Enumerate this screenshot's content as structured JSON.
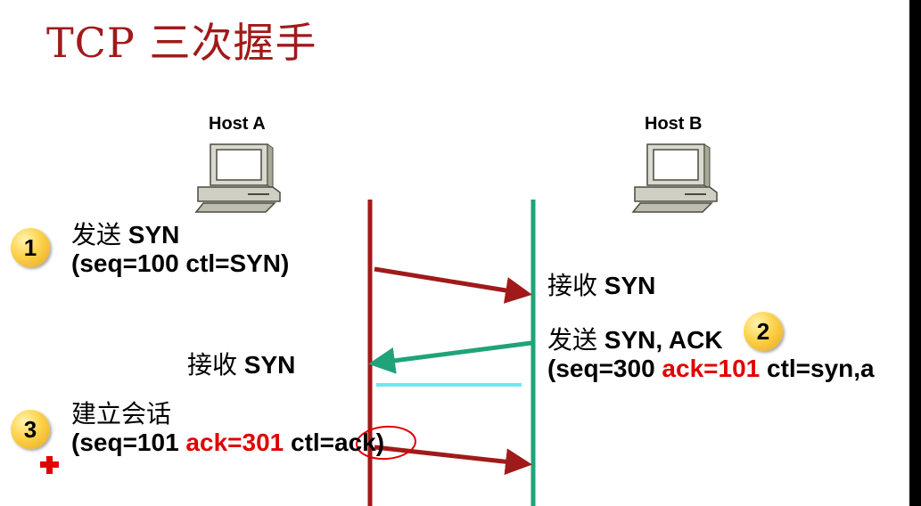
{
  "title": "TCP 三次握手",
  "hosts": {
    "a": {
      "label": "Host A"
    },
    "b": {
      "label": "Host B"
    }
  },
  "steps": [
    {
      "number": "1",
      "action_cn": "发送",
      "action_en": "SYN",
      "params_prefix": "(seq=100 ctl=SYN)"
    },
    {
      "number": "2",
      "receive_cn": "接收",
      "receive_en": "SYN",
      "action_cn": "发送",
      "action_en": "SYN, ACK",
      "params_prefix": "(seq=300 ",
      "params_red": "ack=101",
      "params_suffix": " ctl=syn,a"
    },
    {
      "number": "3",
      "receive_cn": "接收",
      "receive_en": "SYN",
      "action_cn": "建立会话",
      "params_prefix": "(seq=101 ",
      "params_red": "ack=301",
      "params_suffix": " ctl=ack)"
    }
  ],
  "colors": {
    "title": "#a01a1a",
    "host_a_line": "#a01a1a",
    "host_b_line": "#1fa37a",
    "arrow_a_to_b": "#a01a1a",
    "arrow_b_to_a": "#1fa37a",
    "highlight_red": "#e00000",
    "badge": "#fcd24a"
  },
  "icons": [
    "computer-icon",
    "red-cross-icon"
  ]
}
